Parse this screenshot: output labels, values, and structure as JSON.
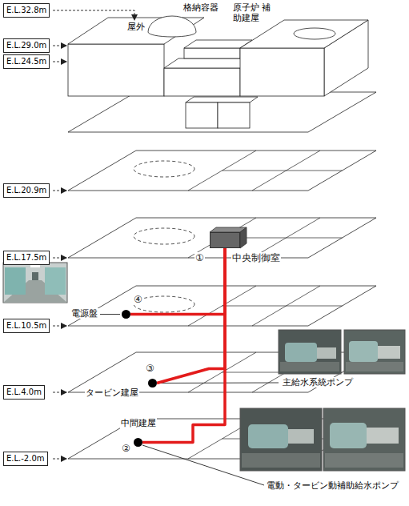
{
  "diagram": {
    "nodes": [
      {
        "text": [
          "E.L.32.8m"
        ]
      },
      {
        "text": [
          "E.L.29.0m"
        ]
      },
      {
        "text": [
          "E.L.24.5m"
        ]
      },
      {
        "text": [
          "E.L.20.9m"
        ]
      },
      {
        "text": [
          "E.L.17.5m"
        ]
      },
      {
        "text": [
          "E.L.10.5m"
        ]
      },
      {
        "text": [
          "E.L.4.0m"
        ]
      },
      {
        "text": [
          "E.L.-2.0m"
        ]
      },
      {
        "text": [
          "①",
          "中央制御室"
        ]
      },
      {
        "text": [
          "④"
        ]
      },
      {
        "text": [
          "③"
        ]
      },
      {
        "text": [
          "②"
        ]
      }
    ],
    "edges": [
      {
        "from": 8,
        "to": 9,
        "arrow": "none"
      },
      {
        "from": 8,
        "to": 10,
        "arrow": "none"
      },
      {
        "from": 8,
        "to": 11,
        "arrow": "none"
      }
    ],
    "labels": [
      "屋外",
      "格納容器",
      "原子炉 補助建屋",
      "電源盤",
      "主給水系統ポンプ",
      "タービン建屋",
      "中間建屋",
      "電動・タービン動補助給水ポンプ"
    ]
  }
}
